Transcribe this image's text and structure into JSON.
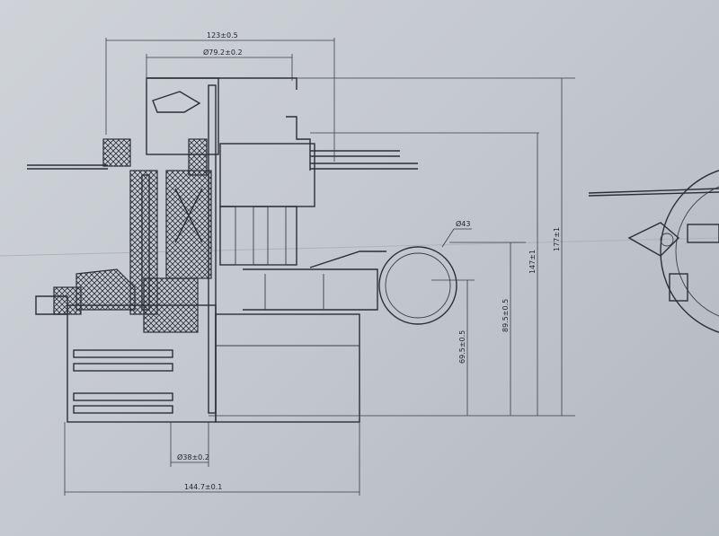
{
  "dimensions": {
    "overall_width": "123±0.5",
    "fan_diameter": "Ø79.2±0.2",
    "outlet_diameter": "Ø43",
    "height_177": "177±1",
    "height_147": "147±1",
    "height_89": "89.5±0.5",
    "height_69": "69.5±0.5",
    "shaft_diameter": "Ø38±0.2",
    "base_width": "144.7±0.1"
  }
}
